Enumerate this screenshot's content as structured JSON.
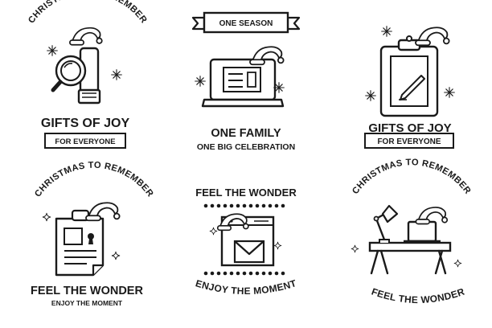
{
  "badges": [
    {
      "arc_text": "CHRISTMAS TO REMEMBER",
      "title": "GIFTS OF JOY",
      "subtitle": "FOR EVERYONE",
      "icon": "magnifier-and-tube-icon"
    },
    {
      "banner": "ONE SEASON",
      "title": "ONE FAMILY",
      "subtitle": "ONE BIG CELEBRATION",
      "icon": "laptop-icon"
    },
    {
      "title": "GIFTS OF JOY",
      "subtitle": "FOR EVERYONE",
      "icon": "clipboard-pen-icon"
    },
    {
      "arc_text": "CHRISTMAS TO REMEMBER",
      "title": "FEEL THE WONDER",
      "subtitle": "ENJOY THE MOMENT",
      "icon": "id-document-icon"
    },
    {
      "title": "FEEL THE WONDER",
      "bottom_arc": "ENJOY THE MOMENT",
      "icon": "browser-envelope-icon"
    },
    {
      "arc_text": "CHRISTMAS TO REMEMBER",
      "bottom_arc": "FEEL THE WONDER",
      "icon": "desk-lamp-laptop-icon"
    }
  ],
  "colors": {
    "ink": "#1a1a1a",
    "background": "#ffffff"
  }
}
